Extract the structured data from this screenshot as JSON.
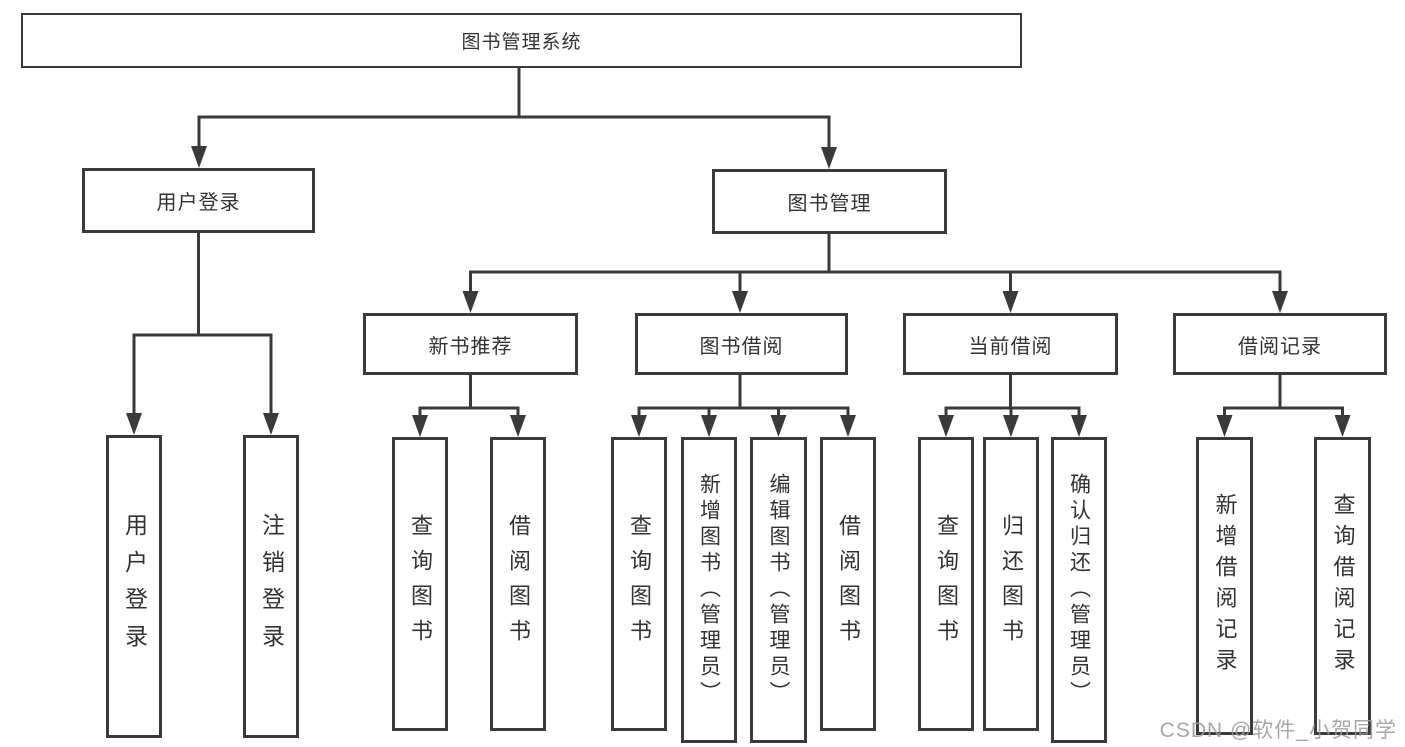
{
  "tree": {
    "root": "图书管理系统",
    "children": [
      {
        "label": "用户登录",
        "children": [
          {
            "label": "用户登录"
          },
          {
            "label": "注销登录"
          }
        ]
      },
      {
        "label": "图书管理",
        "children": [
          {
            "label": "新书推荐",
            "children": [
              {
                "label": "查询图书"
              },
              {
                "label": "借阅图书"
              }
            ]
          },
          {
            "label": "图书借阅",
            "children": [
              {
                "label": "查询图书"
              },
              {
                "label": "新增图书（管理员）"
              },
              {
                "label": "编辑图书（管理员）"
              },
              {
                "label": "借阅图书"
              }
            ]
          },
          {
            "label": "当前借阅",
            "children": [
              {
                "label": "查询图书"
              },
              {
                "label": "归还图书"
              },
              {
                "label": "确认归还（管理员）"
              }
            ]
          },
          {
            "label": "借阅记录",
            "children": [
              {
                "label": "新增借阅记录"
              },
              {
                "label": "查询借阅记录"
              }
            ]
          }
        ]
      }
    ]
  },
  "watermark": {
    "text": "CSDN @软件_小贺同学"
  },
  "colors": {
    "line": "#3a3a3a",
    "text": "#333333",
    "watermark": "#9b9b9b"
  }
}
